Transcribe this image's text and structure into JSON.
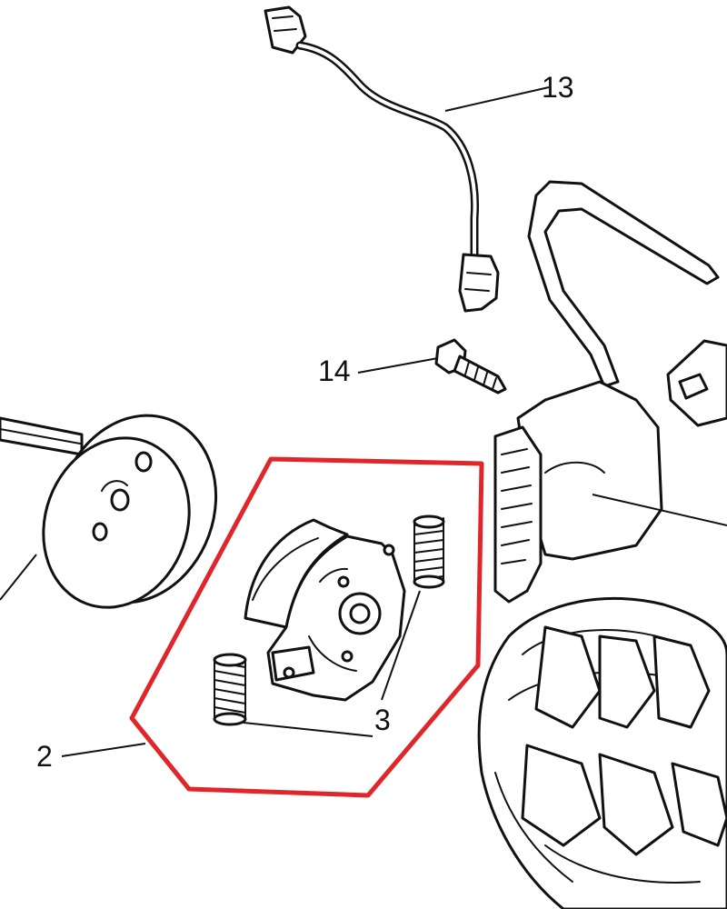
{
  "callouts": {
    "wire": "13",
    "screw": "14",
    "springs": "3",
    "clutch_assembly": "2"
  },
  "colors": {
    "highlight": "#e0262b",
    "line_art": "#111111",
    "background": "#ffffff"
  }
}
